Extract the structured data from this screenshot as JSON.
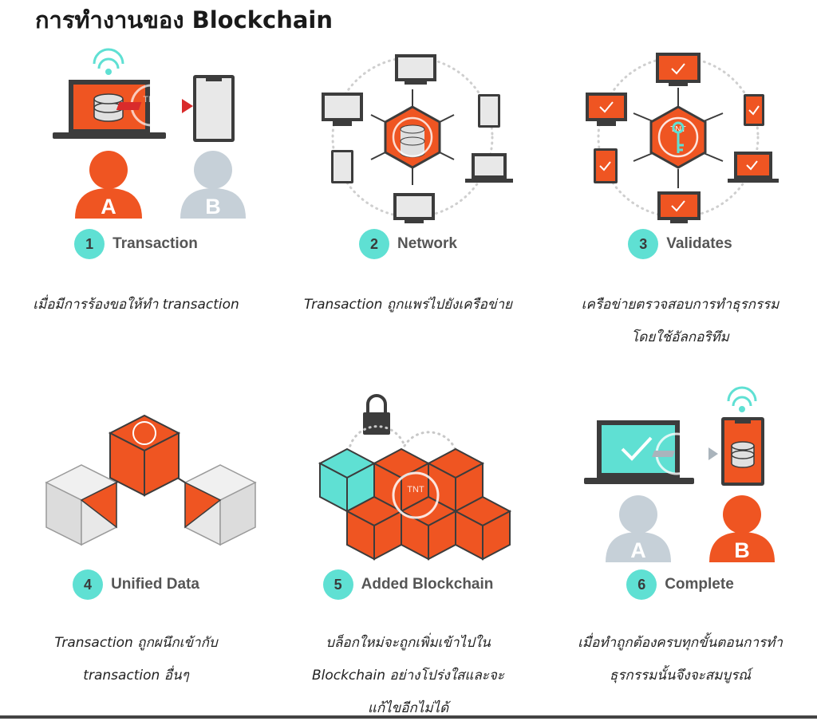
{
  "title": "การทำงานของ Blockchain",
  "steps": [
    {
      "number": "1",
      "name": "Transaction",
      "lines": [
        "เมื่อมีการร้องขอให้ทำ transaction"
      ],
      "person_a": "A",
      "person_b": "B"
    },
    {
      "number": "2",
      "name": "Network",
      "lines": [
        "Transaction ถูกแพร่ไปยังเครือข่าย"
      ]
    },
    {
      "number": "3",
      "name": "Validates",
      "lines": [
        "เครือข่ายตรวจสอบการทำธุรกรรม",
        "โดยใช้อัลกอริทึม"
      ]
    },
    {
      "number": "4",
      "name": "Unified Data",
      "lines": [
        "Transaction ถูกผนึกเข้ากับ",
        "transaction อื่นๆ"
      ]
    },
    {
      "number": "5",
      "name": "Added Blockchain",
      "lines": [
        "บล็อกใหม่จะถูกเพิ่มเข้าไปใน",
        "Blockchain อย่างโปร่งใสและจะ",
        "แก้ไขอีกไม่ได้"
      ]
    },
    {
      "number": "6",
      "name": "Complete",
      "lines": [
        "เมื่อทำถูกต้องครบทุกขั้นตอนการทำ",
        "ธุรกรรมนั้นจึงจะสมบูรณ์"
      ],
      "person_a": "A",
      "person_b": "B"
    }
  ],
  "seal_text": "TNT",
  "colors": {
    "orange": "#ef5522",
    "teal": "#5fe0d3",
    "grey": "#c6d0d8",
    "dark": "#3c3c3c"
  }
}
